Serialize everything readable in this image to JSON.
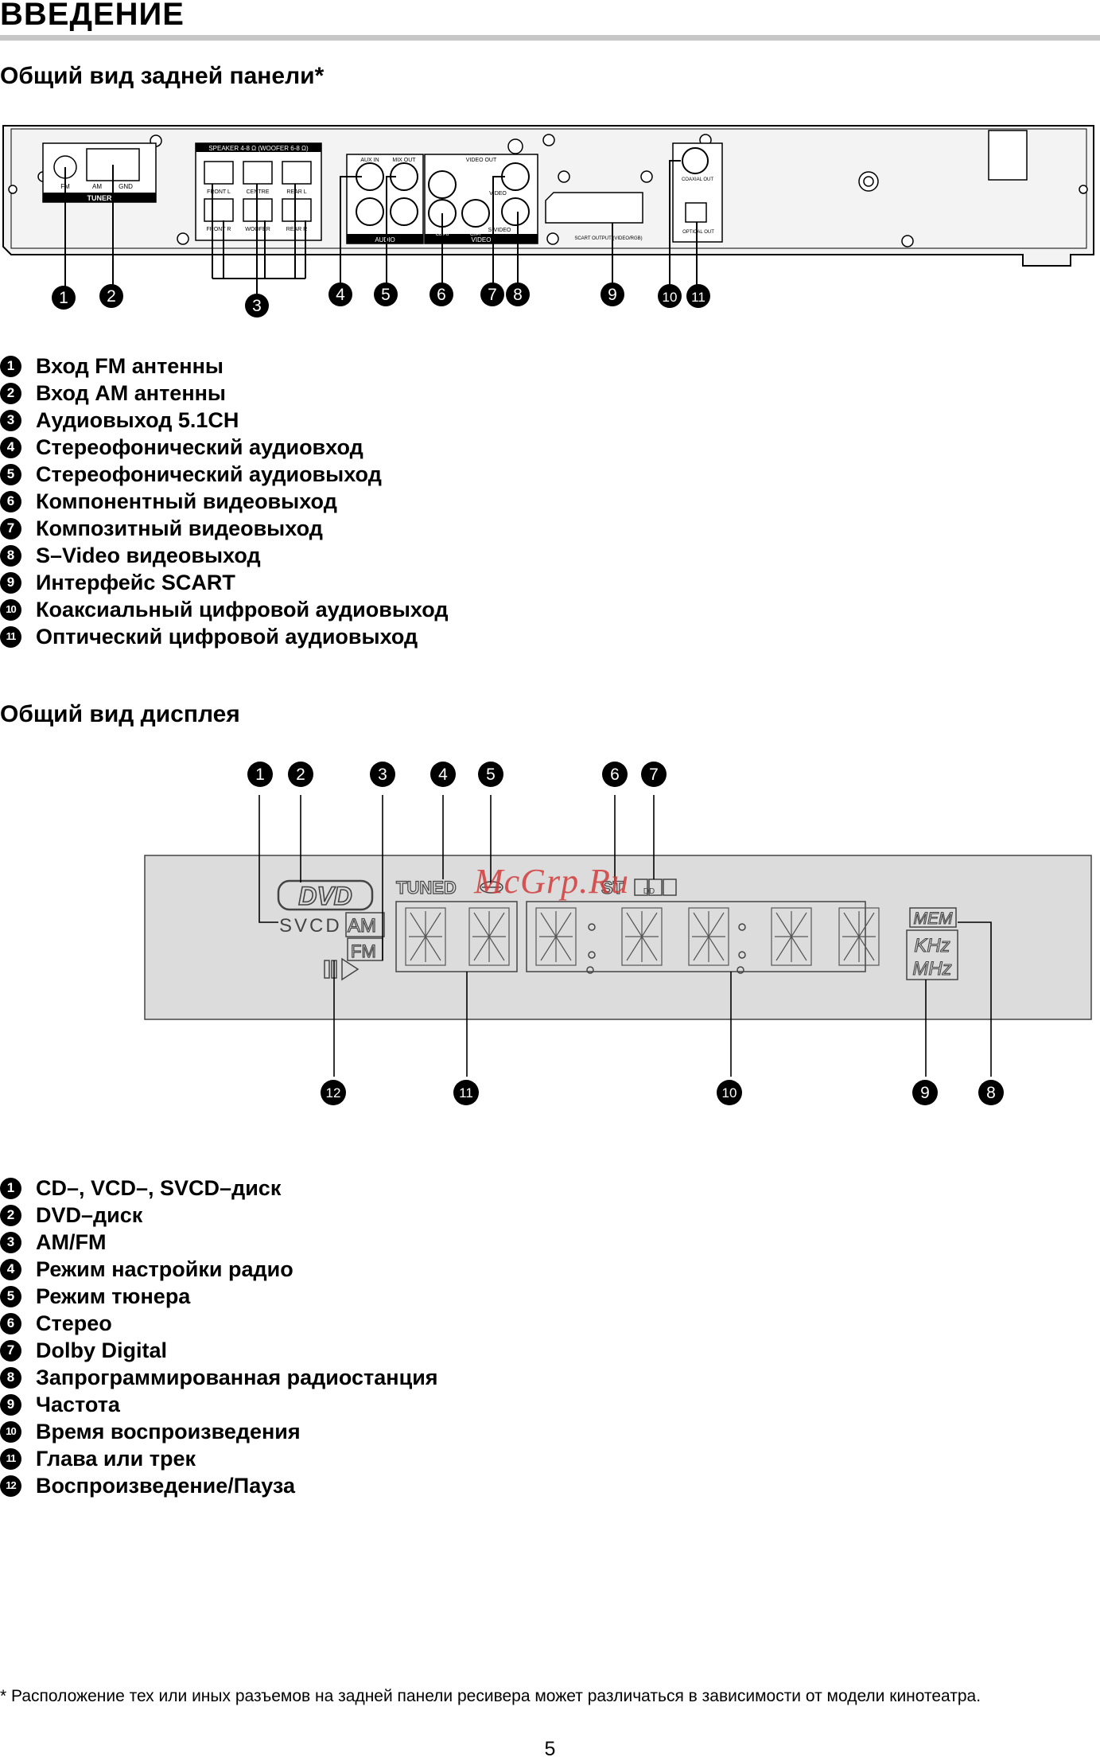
{
  "page": {
    "title": "ВВЕДЕНИЕ",
    "page_number": "5",
    "footnote": "*  Расположение тех или иных разъемов на задней панели ресивера может различаться в зависимости от модели кинотеатра."
  },
  "rear_panel": {
    "heading": "Общий вид задней панели*",
    "labels": {
      "tuner": "TUNER",
      "fm": "FM",
      "am": "AM",
      "gnd": "GND",
      "speaker": "SPEAKER 4-8 Ω (WOOFER 6-8 Ω)",
      "front_l": "FRONT L",
      "centre": "CENTRE",
      "rear_l": "REAR L",
      "front_r": "FRONT R",
      "woofer": "WOOFER",
      "rear_r": "REAR R",
      "aux_in": "AUX IN",
      "mix_out": "MIX OUT",
      "audio": "AUDIO",
      "video_out": "VIDEO OUT",
      "video": "VIDEO",
      "video_jack": "VIDEO",
      "svideo": "S-VIDEO",
      "cb_pb": "Cb/Pb",
      "cr_pr": "Cr/Pr",
      "scart": "SCART OUTPUT (VIDEO/RGB)",
      "coaxial": "COAXIAL OUT",
      "optical": "OPTICAL OUT"
    },
    "callouts": [
      "1",
      "2",
      "3",
      "4",
      "5",
      "6",
      "7",
      "8",
      "9",
      "10",
      "11"
    ],
    "legend": [
      {
        "n": "1",
        "text": "Вход FM антенны"
      },
      {
        "n": "2",
        "text": "Вход AM антенны"
      },
      {
        "n": "3",
        "text": "Аудиовыход 5.1CH"
      },
      {
        "n": "4",
        "text": "Стереофонический аудиовход"
      },
      {
        "n": "5",
        "text": "Стереофонический аудиовыход"
      },
      {
        "n": "6",
        "text": "Компонентный видеовыход"
      },
      {
        "n": "7",
        "text": "Композитный видеовыход"
      },
      {
        "n": "8",
        "text": "S–Video видеовыход"
      },
      {
        "n": "9",
        "text": "Интерфейс SCART"
      },
      {
        "n": "10",
        "text": "Коаксиальный цифровой аудиовыход"
      },
      {
        "n": "11",
        "text": "Оптический цифровой аудиовыход"
      }
    ]
  },
  "display": {
    "heading": "Общий вид дисплея",
    "indicators": {
      "dvd": "DVD",
      "svcd": "SVCD",
      "am": "AM",
      "fm": "FM",
      "tuned": "TUNED",
      "st": "ST",
      "dd": "DD",
      "mem": "MEM",
      "khz": "KHz",
      "mhz": "MHz"
    },
    "callouts": [
      "1",
      "2",
      "3",
      "4",
      "5",
      "6",
      "7",
      "8",
      "9",
      "10",
      "11",
      "12"
    ],
    "legend": [
      {
        "n": "1",
        "text": "CD–, VCD–, SVCD–диск"
      },
      {
        "n": "2",
        "text": "DVD–диск"
      },
      {
        "n": "3",
        "text": "AM/FM"
      },
      {
        "n": "4",
        "text": "Режим настройки радио"
      },
      {
        "n": "5",
        "text": "Режим тюнера"
      },
      {
        "n": "6",
        "text": "Стерео"
      },
      {
        "n": "7",
        "text": "Dolby Digital"
      },
      {
        "n": "8",
        "text": "Запрограммированная радиостанция"
      },
      {
        "n": "9",
        "text": "Частота"
      },
      {
        "n": "10",
        "text": "Время воспроизведения"
      },
      {
        "n": "11",
        "text": "Глава или трек"
      },
      {
        "n": "12",
        "text": "Воспроизведение/Пауза"
      }
    ]
  },
  "watermark": "McGrp.Ru"
}
